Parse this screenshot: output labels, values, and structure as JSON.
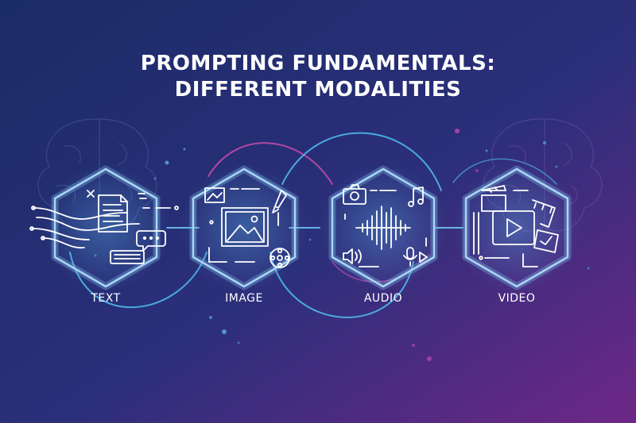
{
  "title": {
    "line1": "PROMPTING FUNDAMENTALS:",
    "line2": "DIFFERENT MODALITIES"
  },
  "modalities": [
    {
      "label": "TEXT",
      "icon": "text-document-chat-keyboard-icon"
    },
    {
      "label": "IMAGE",
      "icon": "picture-paintbrush-film-reel-icon"
    },
    {
      "label": "AUDIO",
      "icon": "camera-waveform-microphone-icon"
    },
    {
      "label": "VIDEO",
      "icon": "clapperboard-play-film-strip-icon"
    }
  ],
  "colors": {
    "background_start": "#1d2f6b",
    "background_end": "#6a2a86",
    "hex_border": "#7fb8e8",
    "connector_blue": "#4fc0ef",
    "connector_magenta": "#c14aa8",
    "icon_stroke": "#ffffff",
    "text": "#ffffff"
  }
}
